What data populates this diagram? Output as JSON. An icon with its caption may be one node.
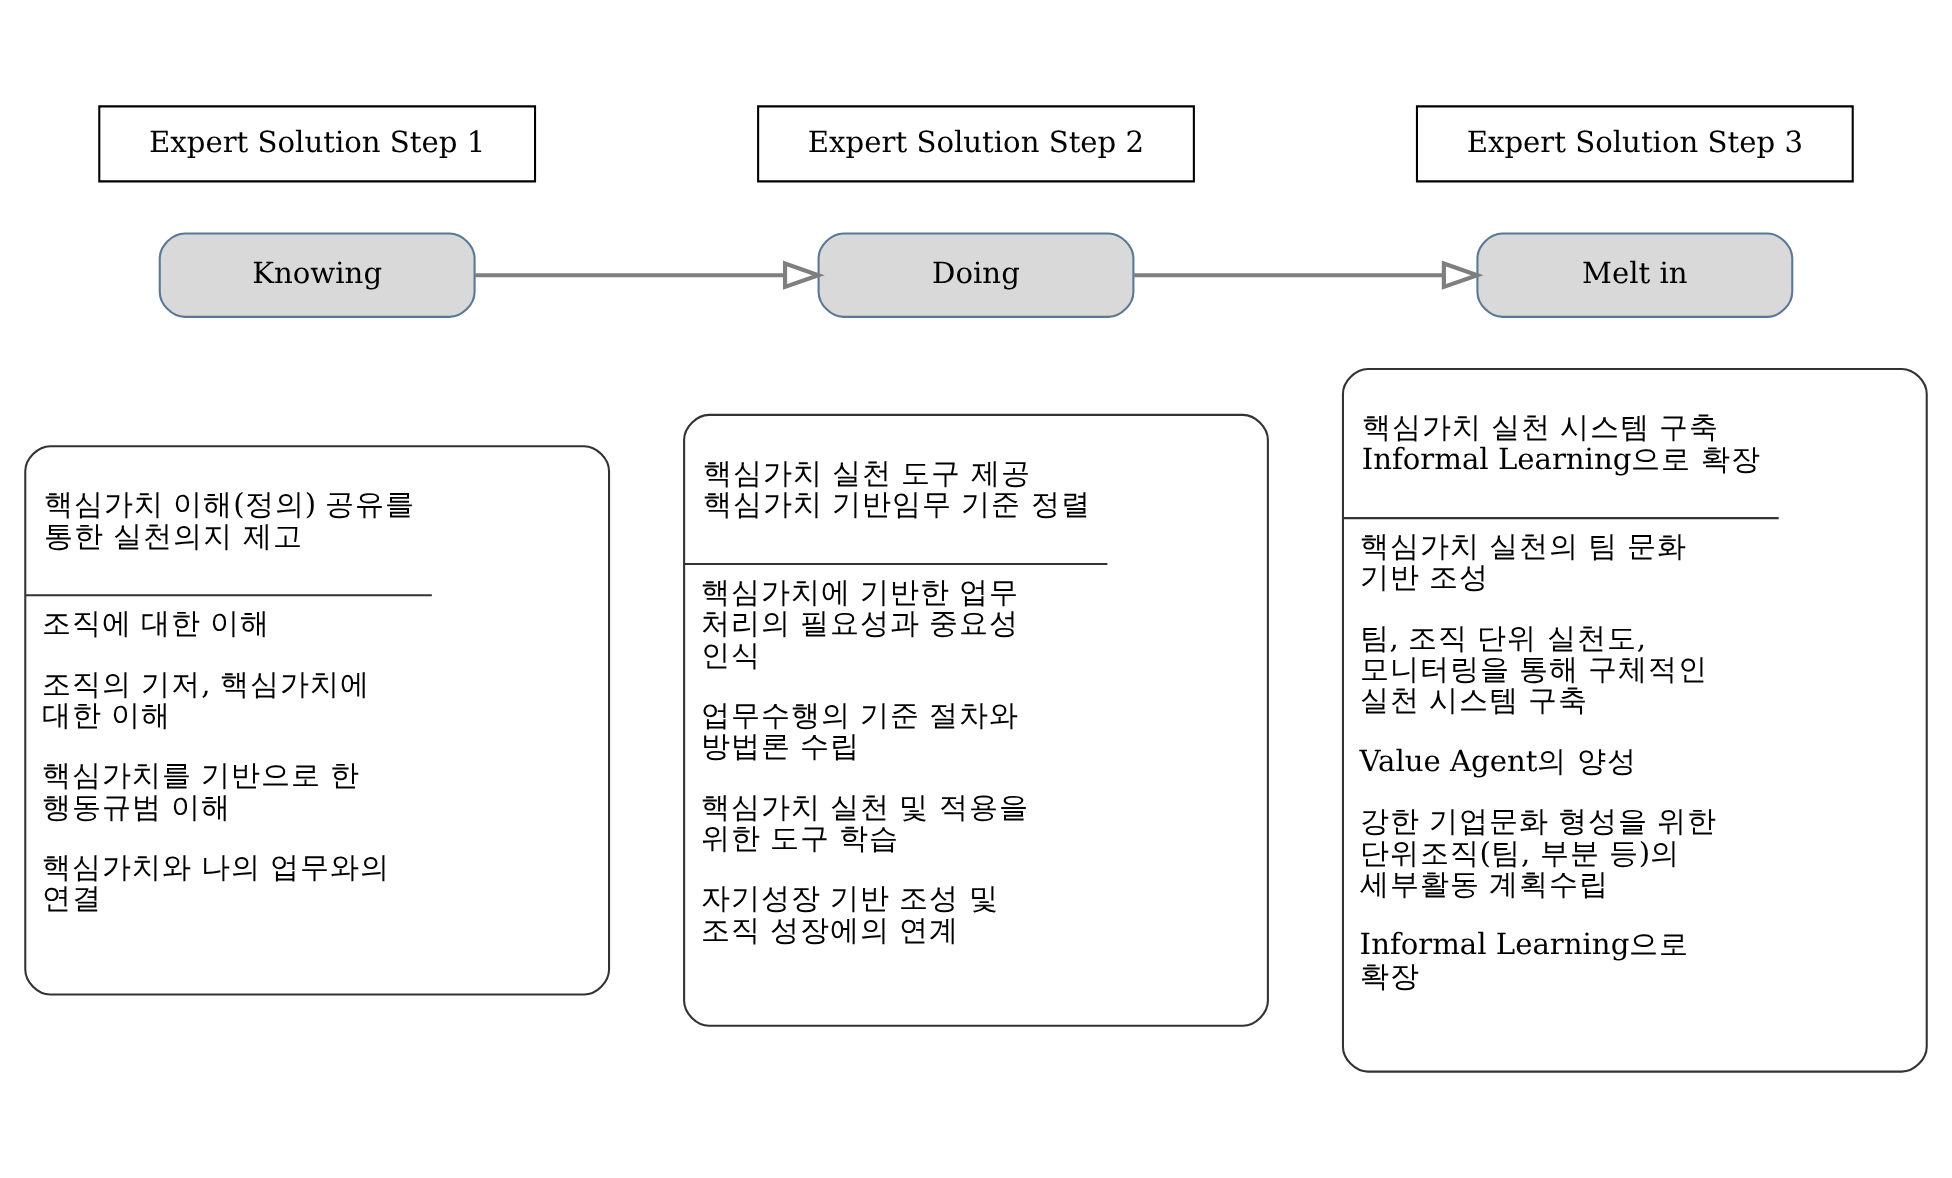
{
  "diagram": {
    "nodes": [
      {
        "text": [
          "Expert Solution Step 1"
        ]
      },
      {
        "text": [
          "Expert Solution Step 2"
        ]
      },
      {
        "text": [
          "Expert Solution Step 3"
        ]
      },
      {
        "text": [
          "Knowing"
        ]
      },
      {
        "text": [
          "Doing"
        ]
      },
      {
        "text": [
          "Melt in"
        ]
      },
      {
        "text": [
          "핵심가치 이해(정의) 공유를 통한 실천의지 제고",
          "조직에 대한 이해",
          "조직의 기저, 핵심가치에 대한 이해",
          "핵심가치를 기반으로 한 행동규범 이해",
          "핵심가치와 나의 업무와의 연결"
        ]
      },
      {
        "text": [
          "핵심가치 실천 도구 제공 핵심가치 기반임무 기준 정렬",
          "핵심가치에 기반한 업무 처리의 필요성과 중요성 인식",
          "업무수행의 기준 절차와 방법론 수립",
          "핵심가치 실천 및 적용을 위한 도구 학습",
          "자기성장 기반 조성 및 조직 성장에의 연계"
        ]
      },
      {
        "text": [
          "핵심가치 실천 시스템 구축 Informal Learning으로 확장",
          "핵심가치 실천의 팀 문화 기반 조성",
          "팀, 조직 단위 실천도, 모니터링을 통해 구체적인 실천 시스템 구축",
          "Value Agent의 양성",
          "강한 기업문화 형성을 위한 단위조직(팀, 부분 등)의 세부활동 계획수립",
          "Informal Learning으로 확장"
        ]
      }
    ],
    "edges": [
      {
        "from": 3,
        "to": 4,
        "arrow": "to"
      },
      {
        "from": 4,
        "to": 5,
        "arrow": "to"
      }
    ]
  }
}
